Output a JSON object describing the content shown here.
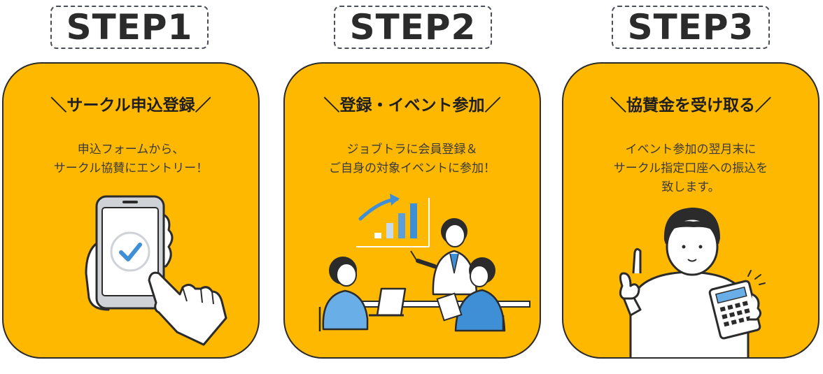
{
  "steps": [
    {
      "label": "STEP1",
      "title": "＼サークル申込登録／",
      "desc": [
        "申込フォームから、",
        "サークル協賛にエントリー！"
      ]
    },
    {
      "label": "STEP2",
      "title": "＼登録・イベント参加／",
      "desc": [
        "ジョブトラに会員登録＆",
        "ご自身の対象イベントに参加！"
      ]
    },
    {
      "label": "STEP3",
      "title": "＼協賛金を受け取る／",
      "desc": [
        "イベント参加の翌月末に",
        "サークル指定口座への振込を",
        "致します。"
      ]
    }
  ],
  "colors": {
    "card": "#ffb800",
    "accent_blue": "#3f8fd6",
    "outline": "#2b2b2b"
  },
  "icons": [
    "smartphone-check-icon",
    "meeting-chart-icon",
    "person-calculator-icon"
  ]
}
